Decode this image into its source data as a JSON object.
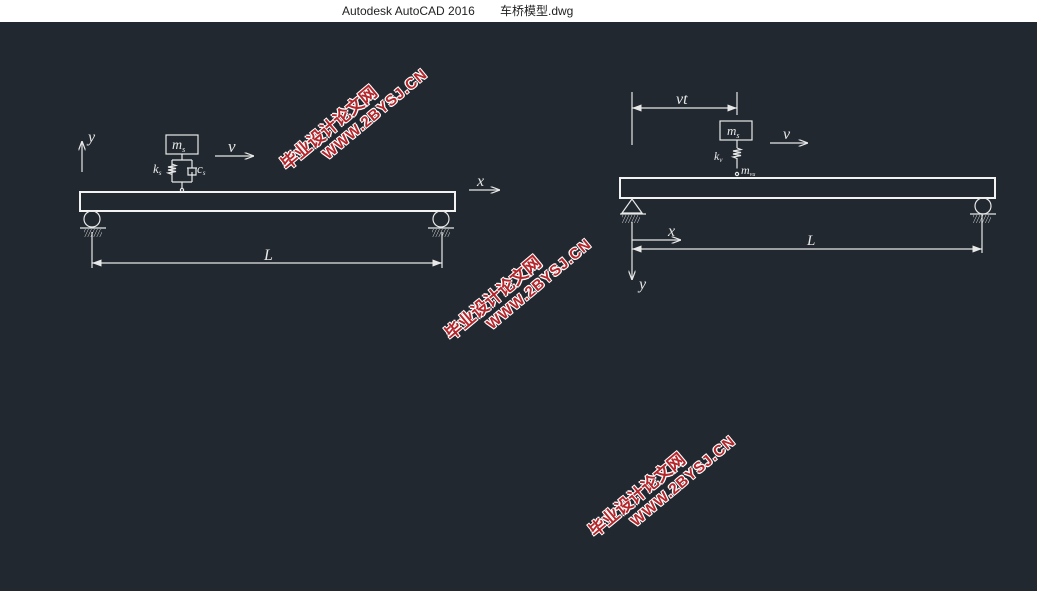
{
  "window": {
    "app_title": "Autodesk AutoCAD 2016",
    "file_name": "车桥模型.dwg"
  },
  "left_model": {
    "mass": "m",
    "mass_sub": "s",
    "spring": "k",
    "spring_sub": "s",
    "damper": "c",
    "damper_sub": "s",
    "velocity": "v",
    "x_axis": "x",
    "y_axis": "y",
    "length": "L"
  },
  "right_model": {
    "mass": "m",
    "mass_sub": "s",
    "spring": "k",
    "spring_sub": "v",
    "wheel": "m",
    "wheel_sub": "vu",
    "velocity": "v",
    "distance": "vt",
    "x_axis": "x",
    "y_axis": "y",
    "length": "L"
  },
  "watermark": {
    "cn": "毕业设计论文网",
    "en": "WWW.2BYSJ.CN"
  }
}
